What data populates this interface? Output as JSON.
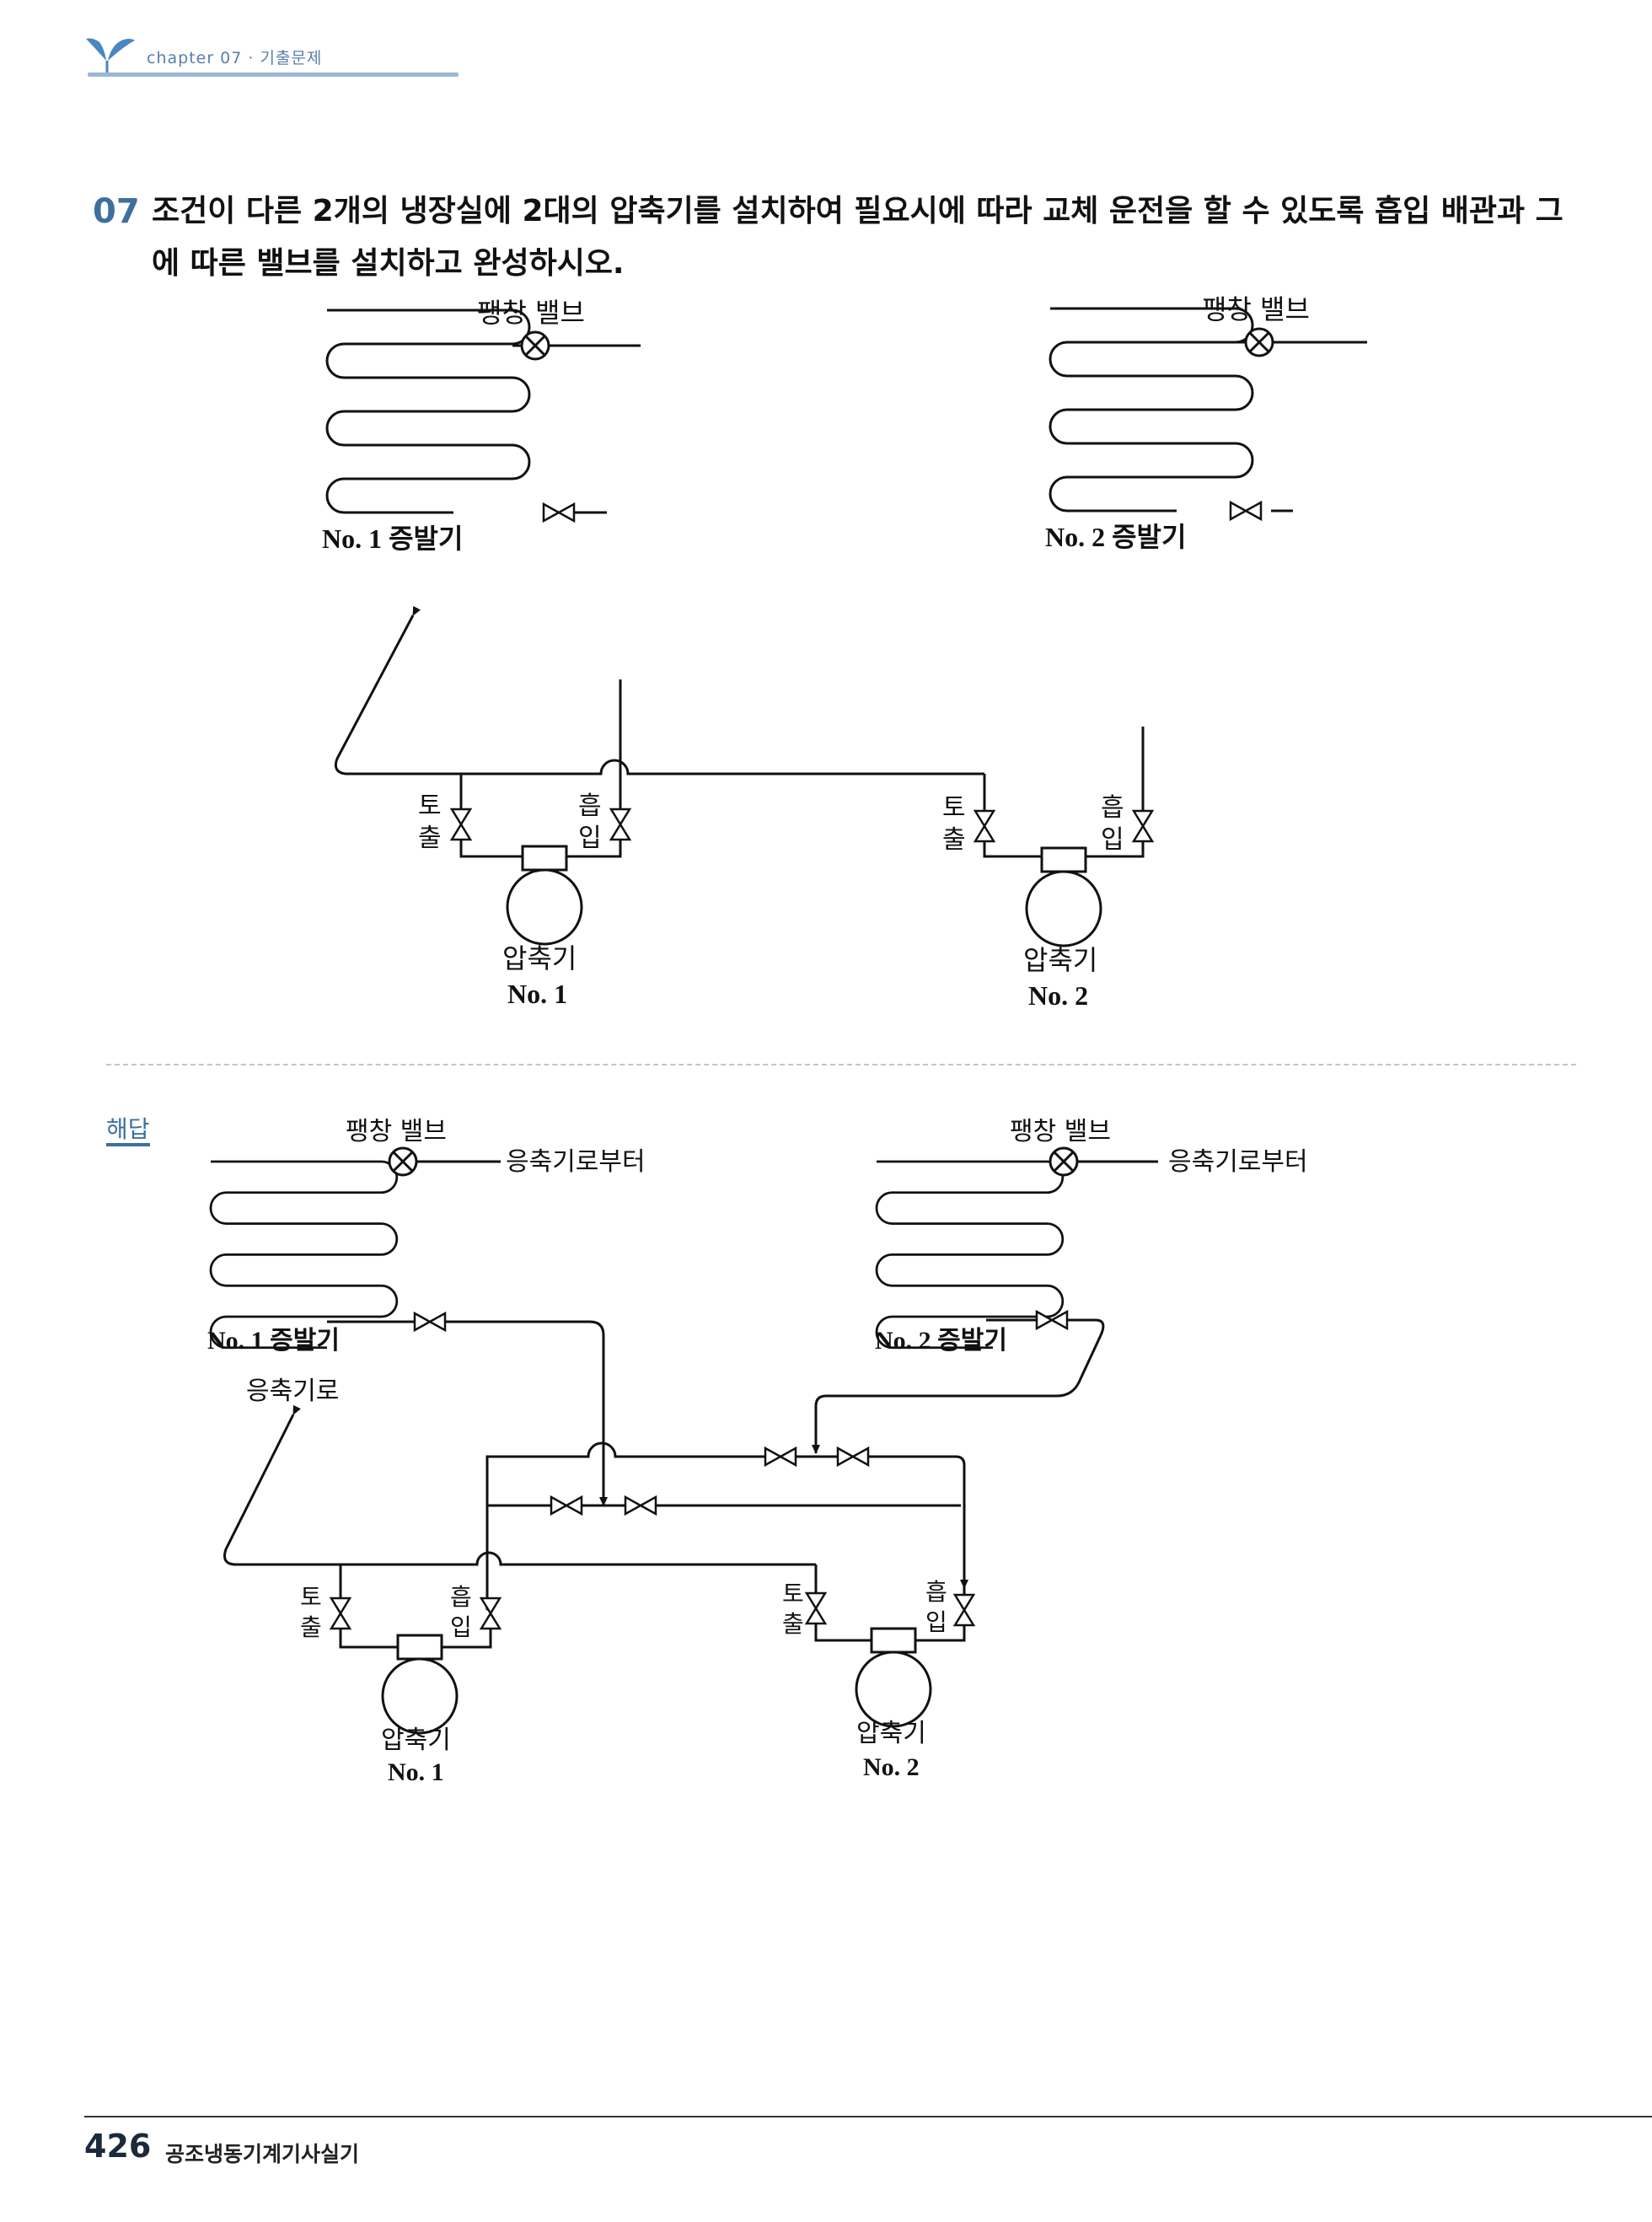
{
  "header": {
    "text": "chapter 07 · 기출문제"
  },
  "question": {
    "number": "07",
    "text": "조건이 다른 2개의 냉장실에 2대의 압축기를 설치하여 필요시에 따라 교체 운전을 할 수 있도록 흡입 배관과 그에 따른 밸브를 설치하고 완성하시오."
  },
  "labels": {
    "expansion_valve": "팽창 밸브",
    "evaporator1": "No. 1 증발기",
    "evaporator2": "No. 2 증발기",
    "discharge_1": "토",
    "discharge_2": "출",
    "suction_1": "흡",
    "suction_2": "입",
    "compressor": "압축기",
    "comp_no1": "No. 1",
    "comp_no2": "No. 2",
    "from_condenser": "응축기로부터",
    "to_condenser": "응축기로"
  },
  "answer": {
    "label": "해답"
  },
  "footer": {
    "page": "426",
    "title": "공조냉동기계기사실기"
  }
}
